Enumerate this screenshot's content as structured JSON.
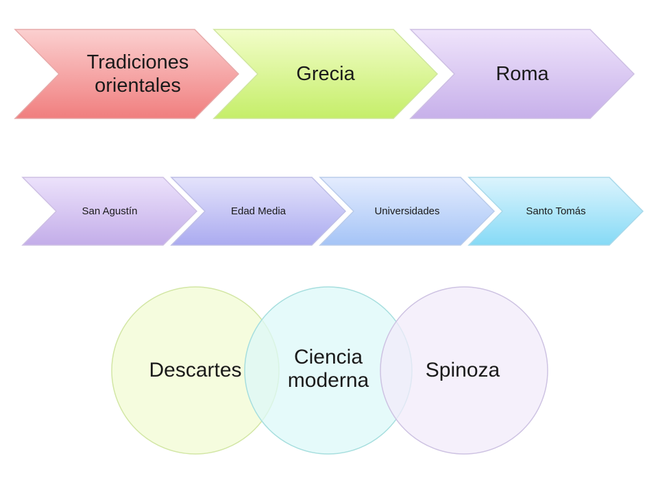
{
  "flow_top": {
    "items": [
      {
        "label": "Tradiciones orientales",
        "color_top": "#fbd0d0",
        "color_bottom": "#f07e7e",
        "stroke": "#e6a9a9"
      },
      {
        "label": "Grecia",
        "color_top": "#f2fdc9",
        "color_bottom": "#c5ee69",
        "stroke": "#cfe69e"
      },
      {
        "label": "Roma",
        "color_top": "#efe4fb",
        "color_bottom": "#c7b0ea",
        "stroke": "#cdbfe3"
      }
    ]
  },
  "flow_middle": {
    "items": [
      {
        "label": "San Agustín",
        "color_top": "#ece2fb",
        "color_bottom": "#c3ade9",
        "stroke": "#cdbfe3"
      },
      {
        "label": "Edad Media",
        "color_top": "#e4e3fb",
        "color_bottom": "#ababf0",
        "stroke": "#bebee6"
      },
      {
        "label": "Universidades",
        "color_top": "#e4ecfe",
        "color_bottom": "#a5c4f6",
        "stroke": "#b9cbea"
      },
      {
        "label": "Santo Tomás",
        "color_top": "#dcf4fd",
        "color_bottom": "#86daf6",
        "stroke": "#a9d9ea"
      }
    ]
  },
  "venn": {
    "circles": [
      {
        "label": "Descartes",
        "fill": "#f2fbd3",
        "stroke": "#d2e6a4"
      },
      {
        "label": "Ciencia\nmoderna",
        "fill": "#dcf8f8",
        "stroke": "#a6dede"
      },
      {
        "label": "Spinoza",
        "fill": "#f1ebfa",
        "stroke": "#cdc2e2"
      }
    ]
  }
}
